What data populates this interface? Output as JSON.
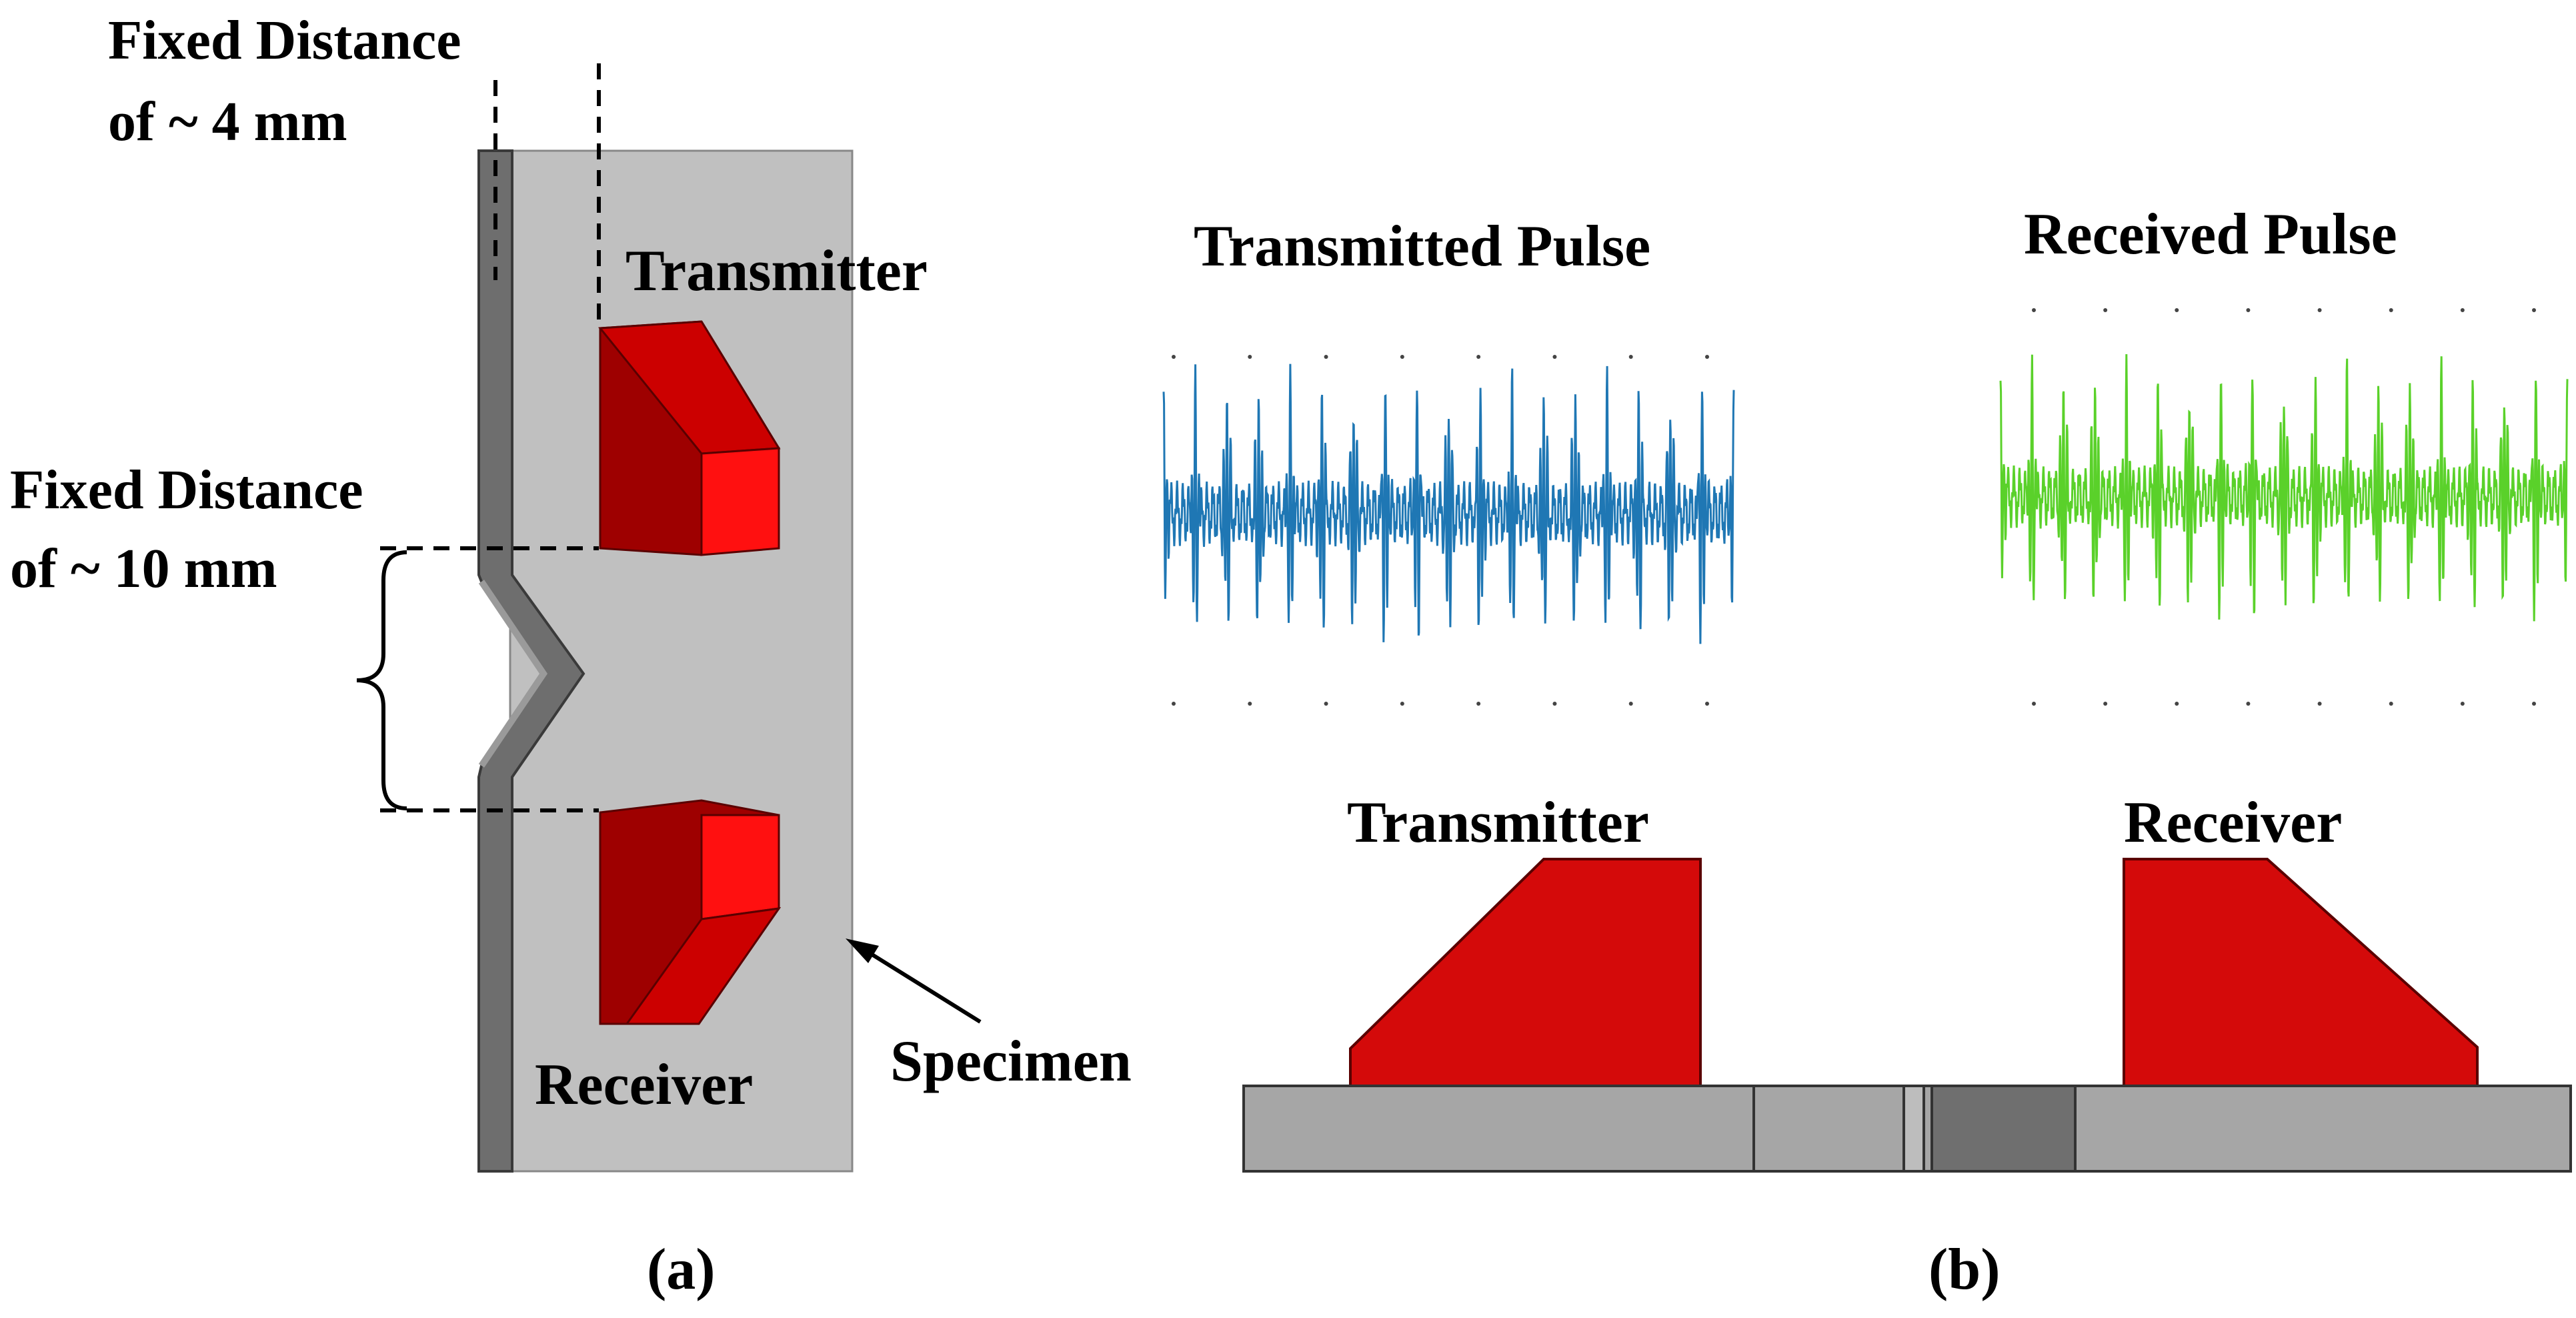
{
  "panel_a": {
    "dim_top_line1": "Fixed Distance",
    "dim_top_line2": "of ~ 4 mm",
    "dim_mid_line1": "Fixed Distance",
    "dim_mid_line2": "of ~ 10 mm",
    "transmitter_label": "Transmitter",
    "receiver_label": "Receiver",
    "specimen_label": "Specimen",
    "caption": "(a)"
  },
  "panel_b": {
    "transmitted_title": "Transmitted Pulse",
    "received_title": "Received Pulse",
    "transmitter_label": "Transmitter",
    "receiver_label": "Receiver",
    "caption": "(b)"
  },
  "colors": {
    "specimen": "#c0c0c0",
    "weld_bar": "#6e6e6e",
    "probe_front": "#9e0000",
    "probe_side": "#cc0000",
    "probe_face": "#ff1010",
    "probe_2d": "#d40a0a",
    "plate": "#a6a6a6",
    "plate_dark": "#6f6f6f",
    "transmitted_wave": "#1f77b4",
    "received_wave": "#5ad12a"
  },
  "icons": {
    "transmitted_waveform": "transmitted-waveform-icon",
    "received_waveform": "received-waveform-icon"
  }
}
